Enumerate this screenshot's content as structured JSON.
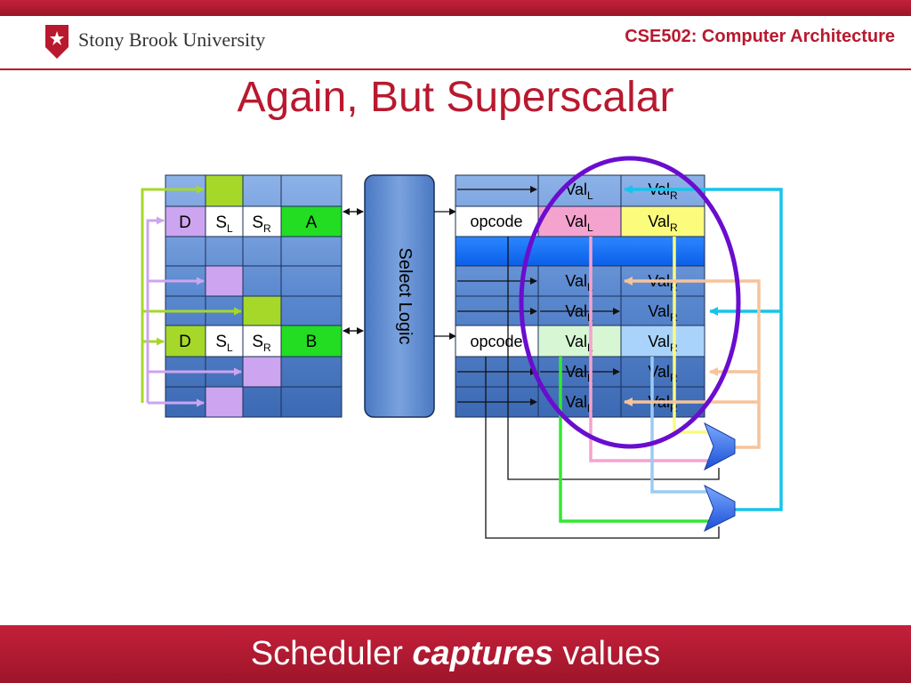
{
  "header": {
    "university": "Stony Brook University",
    "course": "CSE502: Computer Architecture"
  },
  "slide": {
    "title": "Again, But Superscalar",
    "footer_pre": "Scheduler ",
    "footer_emph": "captures",
    "footer_post": " values"
  },
  "diagram": {
    "select_logic": "Select Logic",
    "entry_a": {
      "d": "D",
      "sl_base": "S",
      "sl_sub": "L",
      "sr_base": "S",
      "sr_sub": "R",
      "tag": "A"
    },
    "entry_b": {
      "d": "D",
      "sl_base": "S",
      "sl_sub": "L",
      "sr_base": "S",
      "sr_sub": "R",
      "tag": "B"
    },
    "opcode": "opcode",
    "val_base": "Val",
    "val_left_sub": "L",
    "val_right_sub": "R",
    "colors": {
      "cell_blue": "#5b8bd1",
      "yellow_green": "#a6d82a",
      "lavender": "#cda4f0",
      "green_tag": "#22dd22",
      "purple_ellipse": "#6a0dce",
      "cyan_bus": "#18c3ea",
      "peach_bus": "#f7c39a",
      "pink_bus": "#f4a3cf",
      "light_blue_bus": "#9ccbf4",
      "yellow_bus": "#fbfb7c",
      "green_bus": "#33e833",
      "accent_red": "#b8192f"
    }
  }
}
